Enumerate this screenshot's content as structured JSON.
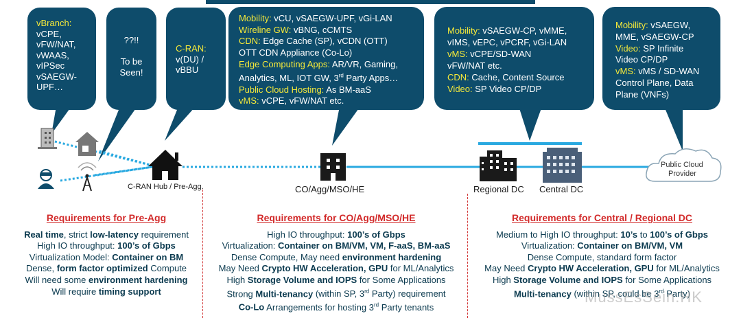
{
  "bubbles": {
    "b1": {
      "lines": [
        [
          {
            "t": "vBranch",
            "c": "y"
          },
          {
            "t": ":",
            "c": "y"
          }
        ],
        [
          {
            "t": "vCPE,"
          }
        ],
        [
          {
            "t": "vFW/NAT,"
          }
        ],
        [
          {
            "t": "vWAAS,"
          }
        ],
        [
          {
            "t": "vIPSec"
          }
        ],
        [
          {
            "t": "vSAEGW-"
          }
        ],
        [
          {
            "t": "UPF…"
          }
        ]
      ]
    },
    "b2": {
      "lines": [
        [
          {
            "t": "??!!"
          }
        ],
        [
          {
            "t": ""
          }
        ],
        [
          {
            "t": "To be"
          }
        ],
        [
          {
            "t": "Seen!"
          }
        ]
      ]
    },
    "b3": {
      "lines": [
        [
          {
            "t": "C-RAN:",
            "c": "y"
          }
        ],
        [
          {
            "t": "v(DU) /"
          }
        ],
        [
          {
            "t": "vBBU"
          }
        ]
      ]
    },
    "b4": {
      "lines": [
        [
          {
            "t": "Mobility: ",
            "c": "y"
          },
          {
            "t": "vCU, vSAEGW-UPF, vGi-LAN"
          }
        ],
        [
          {
            "t": "Wireline GW: ",
            "c": "y"
          },
          {
            "t": "vBNG, cCMTS"
          }
        ],
        [
          {
            "t": "CDN: ",
            "c": "y"
          },
          {
            "t": "Edge Cache (SP), vCDN (OTT)"
          }
        ],
        [
          {
            "t": "OTT CDN Appliance (Co-Lo)"
          }
        ],
        [
          {
            "t": "Edge Computing Apps: ",
            "c": "y"
          },
          {
            "t": "AR/VR, Gaming,"
          }
        ],
        [
          {
            "t": "Analytics, ML, IOT GW, 3rd Party Apps…"
          }
        ],
        [
          {
            "t": "Public Cloud Hosting: ",
            "c": "y"
          },
          {
            "t": "As BM-aaS"
          }
        ],
        [
          {
            "t": "vMS: ",
            "c": "y"
          },
          {
            "t": "vCPE, vFW/NAT etc."
          }
        ]
      ]
    },
    "b5": {
      "lines": [
        [
          {
            "t": "Mobility: ",
            "c": "y"
          },
          {
            "t": "vSAEGW-CP, vMME,"
          }
        ],
        [
          {
            "t": "vIMS, vEPC, vPCRF, vGi-LAN"
          }
        ],
        [
          {
            "t": "vMS: ",
            "c": "y"
          },
          {
            "t": "vCPE/SD-WAN"
          }
        ],
        [
          {
            "t": "vFW/NAT etc."
          }
        ],
        [
          {
            "t": "CDN: ",
            "c": "y"
          },
          {
            "t": "Cache, Content Source"
          }
        ],
        [
          {
            "t": "Video: ",
            "c": "y"
          },
          {
            "t": "SP Video CP/DP"
          }
        ]
      ]
    },
    "b6": {
      "lines": [
        [
          {
            "t": "Mobility: ",
            "c": "y"
          },
          {
            "t": "vSAEGW,"
          }
        ],
        [
          {
            "t": "MME, vSAEGW-CP"
          }
        ],
        [
          {
            "t": "Video: ",
            "c": "y"
          },
          {
            "t": "SP Infinite"
          }
        ],
        [
          {
            "t": "Video CP/DP"
          }
        ],
        [
          {
            "t": "vMS: ",
            "c": "y"
          },
          {
            "t": "vMS / SD-WAN"
          }
        ],
        [
          {
            "t": "Control Plane, Data"
          }
        ],
        [
          {
            "t": "Plane (VNFs)"
          }
        ]
      ]
    }
  },
  "sites": {
    "cran_hub": "C-RAN Hub / Pre-Agg.",
    "co": "CO/Agg/MSO/HE",
    "regional": "Regional DC",
    "central": "Central DC",
    "cloud_line1": "Public Cloud",
    "cloud_line2": "Provider"
  },
  "requirements": [
    {
      "title": "Requirements for Pre-Agg",
      "lines": [
        [
          {
            "t": "Real time",
            "b": true
          },
          {
            "t": ", strict "
          },
          {
            "t": "low-latency",
            "b": true
          },
          {
            "t": " requirement"
          }
        ],
        [
          {
            "t": "High IO throughput: "
          },
          {
            "t": "100’s of Gbps",
            "b": true
          }
        ],
        [
          {
            "t": "Virtualization Model: "
          },
          {
            "t": "Container on BM",
            "b": true
          }
        ],
        [
          {
            "t": "Dense, "
          },
          {
            "t": "form factor optimized",
            "b": true
          },
          {
            "t": " Compute"
          }
        ],
        [
          {
            "t": "Will need some "
          },
          {
            "t": "environment hardening",
            "b": true
          }
        ],
        [
          {
            "t": "Will require "
          },
          {
            "t": "timing support",
            "b": true
          }
        ]
      ]
    },
    {
      "title": "Requirements for CO/Agg/MSO/HE",
      "lines": [
        [
          {
            "t": "High IO throughput: "
          },
          {
            "t": "100’s of Gbps",
            "b": true
          }
        ],
        [
          {
            "t": "Virtualization: "
          },
          {
            "t": "Container on BM/VM, VM, F-aaS, BM-aaS",
            "b": true
          }
        ],
        [
          {
            "t": "Dense Compute, May need "
          },
          {
            "t": "environment hardening",
            "b": true
          }
        ],
        [
          {
            "t": "May Need "
          },
          {
            "t": "Crypto HW Acceleration, GPU",
            "b": true
          },
          {
            "t": " for ML/Analytics"
          }
        ],
        [
          {
            "t": "High "
          },
          {
            "t": "Storage Volume and IOPS",
            "b": true
          },
          {
            "t": " for Some Applications"
          }
        ],
        [
          {
            "t": "Strong "
          },
          {
            "t": "Multi-tenancy",
            "b": true
          },
          {
            "t": " (within SP, 3rd Party) requirement"
          }
        ],
        [
          {
            "t": "Co-Lo",
            "b": true
          },
          {
            "t": " Arrangements for hosting 3rd Party tenants"
          }
        ]
      ]
    },
    {
      "title": "Requirements for Central / Regional DC",
      "lines": [
        [
          {
            "t": "Medium to High IO throughput: "
          },
          {
            "t": "10’s",
            "b": true
          },
          {
            "t": " to "
          },
          {
            "t": "100’s of Gbps",
            "b": true
          }
        ],
        [
          {
            "t": "Virtualization: "
          },
          {
            "t": "Container on BM/VM, VM",
            "b": true
          }
        ],
        [
          {
            "t": "Dense Compute, standard form factor"
          }
        ],
        [
          {
            "t": "May Need "
          },
          {
            "t": "Crypto HW Acceleration, GPU",
            "b": true
          },
          {
            "t": " for ML/Analytics"
          }
        ],
        [
          {
            "t": "High "
          },
          {
            "t": "Storage Volume and IOPS",
            "b": true
          },
          {
            "t": " for Some Applications"
          }
        ],
        [
          {
            "t": "Multi-tenancy",
            "b": true
          },
          {
            "t": " (within SP, could be 3rd Party)"
          }
        ]
      ]
    }
  ],
  "watermark": "MussEsSein.HK",
  "colors": {
    "bubble": "#0e4c6b",
    "highlight": "#f5e93a",
    "link": "#29a9e0",
    "req_title": "#d22a2a",
    "req_text": "#0b3a4f",
    "divider": "#d33a3a"
  }
}
